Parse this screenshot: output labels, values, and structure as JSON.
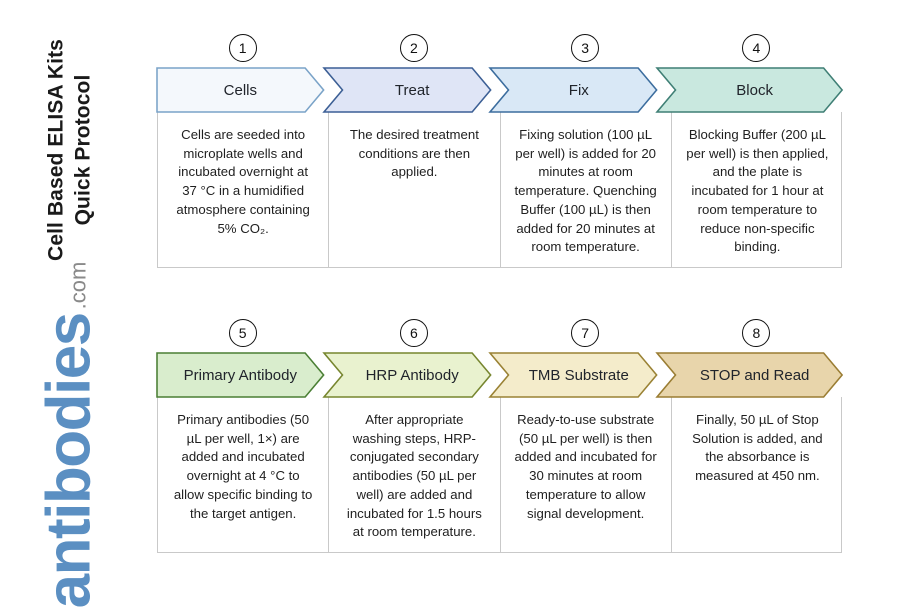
{
  "document": {
    "title_line_1": "Cell Based ELISA Kits",
    "title_line_2": "Quick Protocol"
  },
  "logo": {
    "word": "antibodies",
    "tld": ".com",
    "word_color": "#5b8fc2",
    "tld_color": "#8a8a8a"
  },
  "sections": [
    {
      "id": "section-1",
      "steps": [
        {
          "number": "1",
          "label": "Cells",
          "fill": "#f4f8fc",
          "stroke": "#7aa3c8",
          "body": "Cells are seeded into microplate wells and incubated overnight at 37 °C in a humidified atmosphere containing 5% CO₂."
        },
        {
          "number": "2",
          "label": "Treat",
          "fill": "#dfe5f6",
          "stroke": "#3c5f95",
          "body": "The desired treatment conditions are then applied."
        },
        {
          "number": "3",
          "label": "Fix",
          "fill": "#d9e8f6",
          "stroke": "#3c6d9e",
          "body": "Fixing solution (100 µL per well) is added for 20 minutes at room temperature. Quenching Buffer (100 µL) is then added for 20 minutes at room temperature."
        },
        {
          "number": "4",
          "label": "Block",
          "fill": "#c9e8df",
          "stroke": "#3f7f75",
          "body": "Blocking Buffer (200 µL per well) is then applied, and the plate is incubated for 1 hour at room temperature to reduce non-specific binding."
        }
      ]
    },
    {
      "id": "section-2",
      "steps": [
        {
          "number": "5",
          "label": "Primary Antibody",
          "fill": "#d9edcd",
          "stroke": "#4a7f34",
          "body": "Primary antibodies (50 µL per well, 1×) are added and incubated overnight at 4 °C to allow specific binding to the target antigen."
        },
        {
          "number": "6",
          "label": "HRP Antibody",
          "fill": "#e9f2cf",
          "stroke": "#77862f",
          "body": "After appropriate washing steps, HRP-conjugated secondary antibodies (50 µL per well) are added and incubated for 1.5 hours at room temperature."
        },
        {
          "number": "7",
          "label": "TMB Substrate",
          "fill": "#f4eccb",
          "stroke": "#9a8234",
          "body": "Ready-to-use substrate (50 µL per well) is then added and incubated for 30 minutes at room temperature to allow signal development."
        },
        {
          "number": "8",
          "label": "STOP and Read",
          "fill": "#e8d5ab",
          "stroke": "#9a7d33",
          "body": "Finally, 50 µL of Stop Solution is added, and the absorbance is measured at 450 nm."
        }
      ]
    }
  ]
}
